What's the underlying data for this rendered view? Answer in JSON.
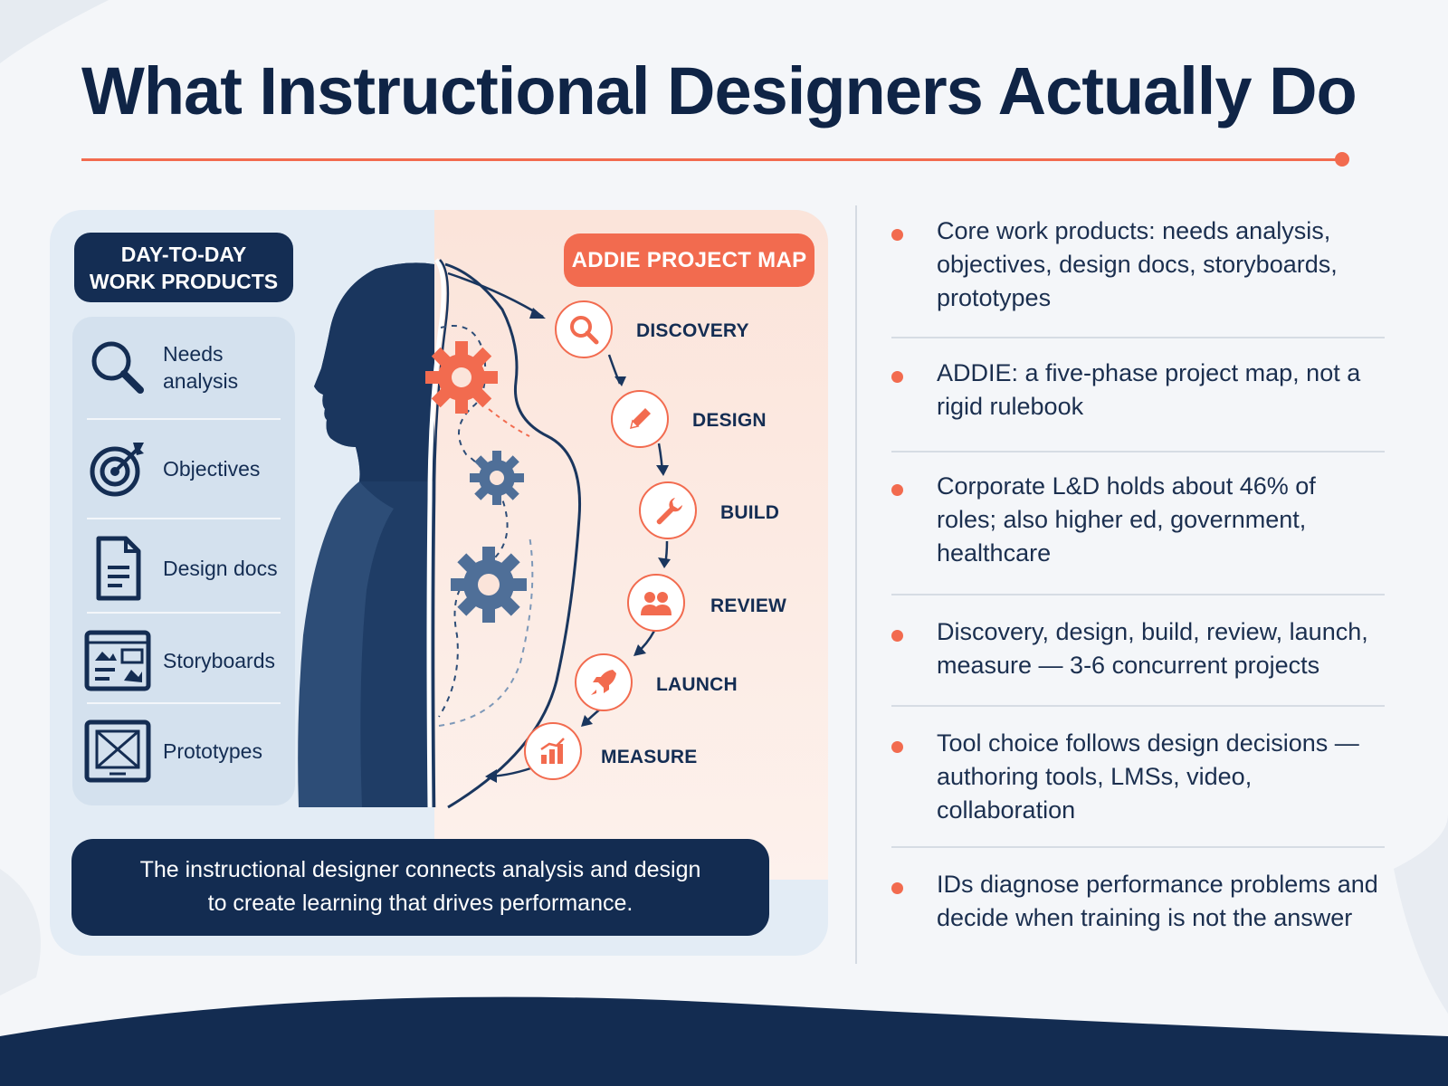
{
  "title": "What Instructional Designers Actually Do",
  "colors": {
    "navy": "#132c51",
    "accent": "#f26b4f",
    "panel_blue": "#e3ecf5",
    "panel_peach": "#fbe4da"
  },
  "work_products": {
    "header_line1": "DAY-TO-DAY",
    "header_line2": "WORK PRODUCTS",
    "items": [
      {
        "icon": "magnifier-icon",
        "line1": "Needs",
        "line2": "analysis"
      },
      {
        "icon": "target-icon",
        "line1": "Objectives",
        "line2": ""
      },
      {
        "icon": "document-icon",
        "line1": "Design docs",
        "line2": ""
      },
      {
        "icon": "storyboard-icon",
        "line1": "Storyboards",
        "line2": ""
      },
      {
        "icon": "wireframe-icon",
        "line1": "Prototypes",
        "line2": ""
      }
    ]
  },
  "addie": {
    "header": "ADDIE PROJECT MAP",
    "phases": [
      {
        "label": "DISCOVERY",
        "icon": "search-icon"
      },
      {
        "label": "DESIGN",
        "icon": "pencil-icon"
      },
      {
        "label": "BUILD",
        "icon": "wrench-icon"
      },
      {
        "label": "REVIEW",
        "icon": "people-icon"
      },
      {
        "label": "LAUNCH",
        "icon": "rocket-icon"
      },
      {
        "label": "MEASURE",
        "icon": "bar-chart-icon"
      }
    ]
  },
  "caption": {
    "line1": "The instructional designer connects analysis and design",
    "line2": "to create learning that drives performance."
  },
  "bullets": [
    "Core work products: needs analysis, objectives, design docs, storyboards, prototypes",
    "ADDIE: a five-phase project map, not a rigid rulebook",
    "Corporate L&D holds about 46% of roles; also higher ed, government, healthcare",
    "Discovery, design, build, review, launch, measure — 3-6 concurrent projects",
    "Tool choice follows design decisions — authoring tools, LMSs, video, collaboration",
    "IDs diagnose performance problems and decide when training is not the answer"
  ]
}
